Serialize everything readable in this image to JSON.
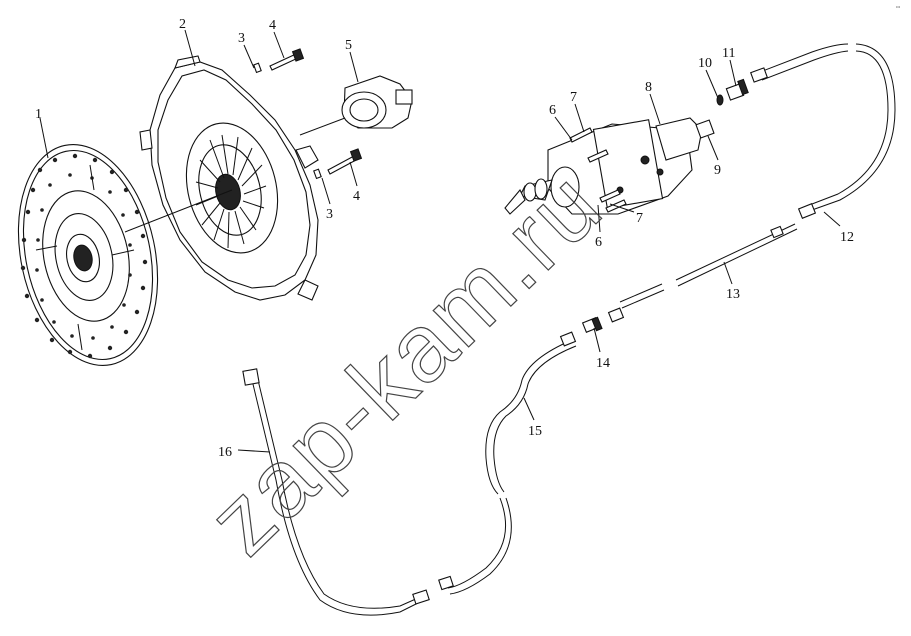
{
  "diagram": {
    "labels": [
      {
        "id": "1",
        "text": "1"
      },
      {
        "id": "2",
        "text": "2"
      },
      {
        "id": "3a",
        "text": "3"
      },
      {
        "id": "4a",
        "text": "4"
      },
      {
        "id": "5",
        "text": "5"
      },
      {
        "id": "3b",
        "text": "3"
      },
      {
        "id": "4b",
        "text": "4"
      },
      {
        "id": "6a",
        "text": "6"
      },
      {
        "id": "7a",
        "text": "7"
      },
      {
        "id": "8",
        "text": "8"
      },
      {
        "id": "10",
        "text": "10"
      },
      {
        "id": "11",
        "text": "11"
      },
      {
        "id": "9",
        "text": "9"
      },
      {
        "id": "7b",
        "text": "7"
      },
      {
        "id": "6b",
        "text": "6"
      },
      {
        "id": "12",
        "text": "12"
      },
      {
        "id": "13",
        "text": "13"
      },
      {
        "id": "14",
        "text": "14"
      },
      {
        "id": "15",
        "text": "15"
      },
      {
        "id": "16",
        "text": "16"
      }
    ],
    "watermark": "zap-kam.ru",
    "corner_mark": "•••"
  }
}
